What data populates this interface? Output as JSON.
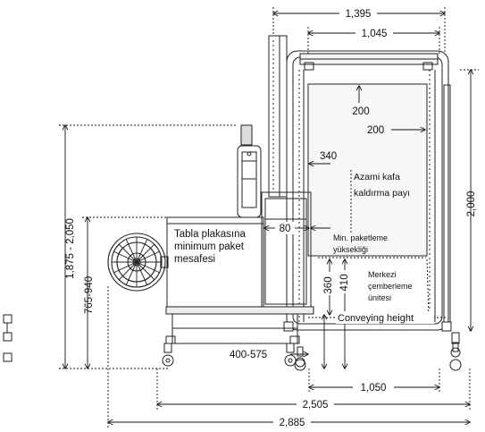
{
  "dimensions": {
    "top_width": "1,395",
    "inner_width": "1,045",
    "clearance_top": "200",
    "clearance_side": "200",
    "offset_340": "340",
    "offset_80": "80",
    "height_right": "2,000",
    "height_left": "1,875 - 2,050",
    "table_height": "765-940",
    "h360": "360",
    "h410": "410",
    "reach_400_575": "400-575",
    "w1050": "1,050",
    "w2505": "2,505",
    "w2885": "2,885"
  },
  "labels": {
    "azami_line1": "Azami  kafa",
    "azami_line2": "kaldırma payı",
    "tabla_line1": "Tabla plakasına",
    "tabla_line2": "minimum paket",
    "tabla_line3": "mesafesi",
    "min_line1": "Min. paketleme",
    "min_line2": "yüksekliği",
    "merkezi_line1": "Merkezi",
    "merkezi_line2": "çemberleme",
    "merkezi_line3": "ünitesi",
    "conveying": "Conveying height"
  }
}
